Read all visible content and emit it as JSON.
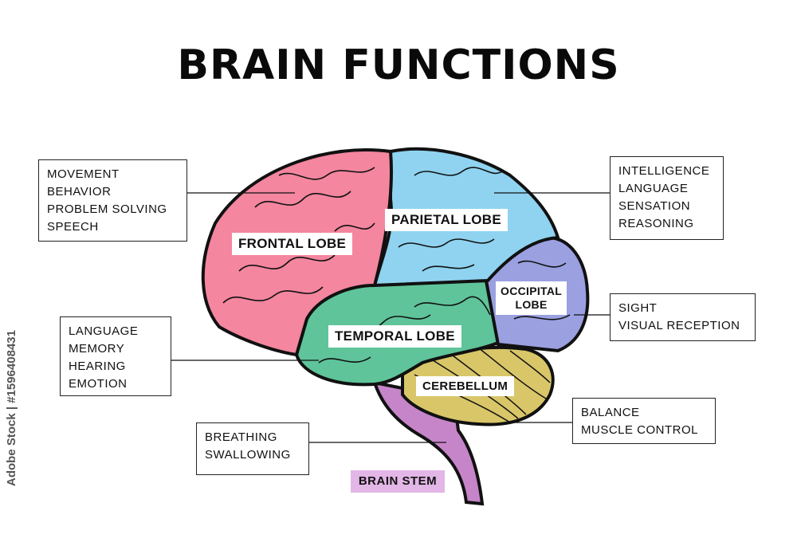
{
  "title": "BRAIN FUNCTIONS",
  "lobes": {
    "frontal": "FRONTAL LOBE",
    "parietal": "PARIETAL LOBE",
    "occipital_line1": "OCCIPITAL",
    "occipital_line2": "LOBE",
    "temporal": "TEMPORAL LOBE",
    "cerebellum": "CEREBELLUM",
    "brain_stem": "BRAIN STEM"
  },
  "functions": {
    "frontal": [
      "MOVEMENT",
      "BEHAVIOR",
      "PROBLEM SOLVING",
      "SPEECH"
    ],
    "parietal": [
      "INTELLIGENCE",
      "LANGUAGE",
      "SENSATION",
      "REASONING"
    ],
    "occipital": [
      "SIGHT",
      "VISUAL RECEPTION"
    ],
    "temporal": [
      "LANGUAGE",
      "MEMORY",
      "HEARING",
      "EMOTION"
    ],
    "cerebellum": [
      "BALANCE",
      "MUSCLE CONTROL"
    ],
    "brain_stem": [
      "BREATHING",
      "SWALLOWING"
    ]
  },
  "colors": {
    "frontal": "#f4869f",
    "parietal": "#8fd3f0",
    "occipital": "#9aa0e0",
    "temporal": "#5fc49a",
    "cerebellum": "#d9c669",
    "brain_stem": "#c685c9",
    "stem_label_bg": "#e2b6e6"
  },
  "stock_id": "Adobe Stock | #1596408431"
}
